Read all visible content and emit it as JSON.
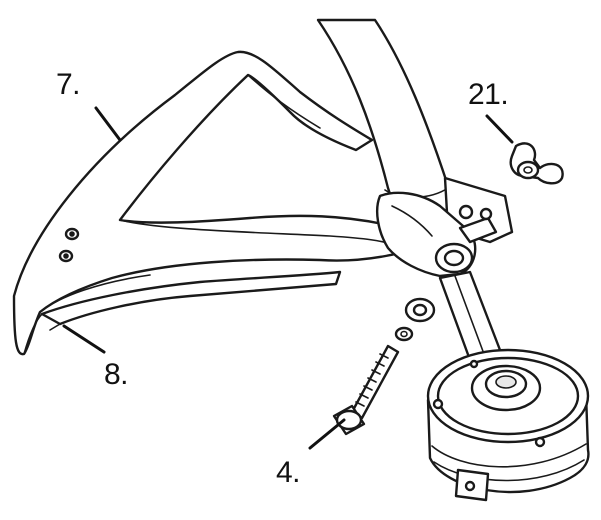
{
  "callouts": {
    "guard": "7.",
    "blade": "8.",
    "screw": "4.",
    "wing_nut": "21."
  },
  "colors": {
    "line": "#1a1a1a",
    "fill": "#ffffff"
  }
}
